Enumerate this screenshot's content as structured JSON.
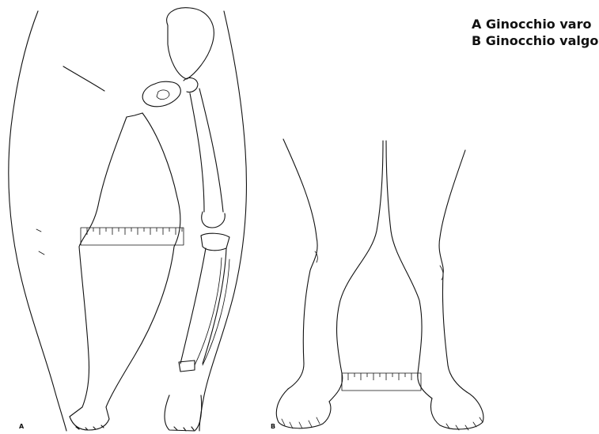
{
  "legend": {
    "line_a": "A Ginocchio varo",
    "line_b": "B Ginocchio valgo"
  },
  "panels": {
    "a_letter": "A",
    "b_letter": "B"
  },
  "colors": {
    "line": "#111111",
    "background": "#ffffff"
  }
}
